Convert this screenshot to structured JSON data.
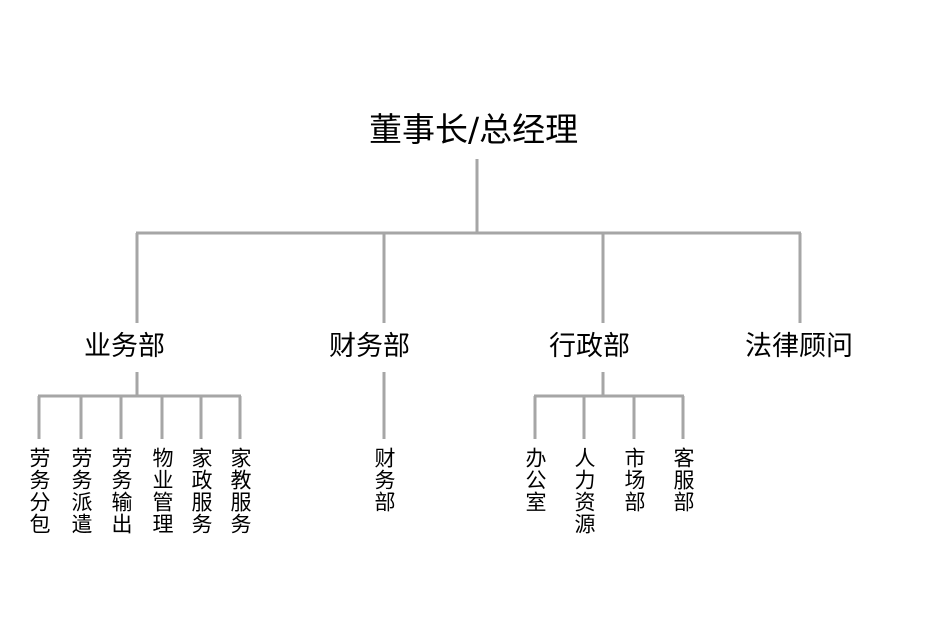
{
  "chart": {
    "type": "org-chart",
    "title_text": "董事长/总经理",
    "line_color": "#a6a6a6",
    "background_color": "#ffffff",
    "text_color": "#000000",
    "levels": 3,
    "root": {
      "id": "root",
      "label": "董事长/总经理",
      "orientation": "horizontal"
    },
    "level2": [
      {
        "id": "l2-business",
        "label": "业务部",
        "orientation": "horizontal"
      },
      {
        "id": "l2-finance",
        "label": "财务部",
        "orientation": "horizontal"
      },
      {
        "id": "l2-admin",
        "label": "行政部",
        "orientation": "horizontal"
      },
      {
        "id": "l2-legal",
        "label": "法律顾问",
        "orientation": "horizontal"
      }
    ],
    "level3": {
      "business_children": [
        {
          "id": "l3-labor-subcontract",
          "label": "劳务分包",
          "orientation": "vertical"
        },
        {
          "id": "l3-labor-dispatch",
          "label": "劳务派遣",
          "orientation": "vertical"
        },
        {
          "id": "l3-labor-export",
          "label": "劳务输出",
          "orientation": "vertical"
        },
        {
          "id": "l3-property-mgmt",
          "label": "物业管理",
          "orientation": "vertical"
        },
        {
          "id": "l3-housekeeping",
          "label": "家政服务",
          "orientation": "vertical"
        },
        {
          "id": "l3-tutoring",
          "label": "家教服务",
          "orientation": "vertical"
        }
      ],
      "finance_children": [
        {
          "id": "l3-finance-dept",
          "label": "财务部",
          "orientation": "vertical"
        }
      ],
      "admin_children": [
        {
          "id": "l3-office",
          "label": "办公室",
          "orientation": "vertical"
        },
        {
          "id": "l3-hr",
          "label": "人力资源",
          "orientation": "vertical"
        },
        {
          "id": "l3-marketing",
          "label": "市场部",
          "orientation": "vertical"
        },
        {
          "id": "l3-customer-service",
          "label": "客服部",
          "orientation": "vertical"
        }
      ],
      "legal_children": []
    }
  }
}
